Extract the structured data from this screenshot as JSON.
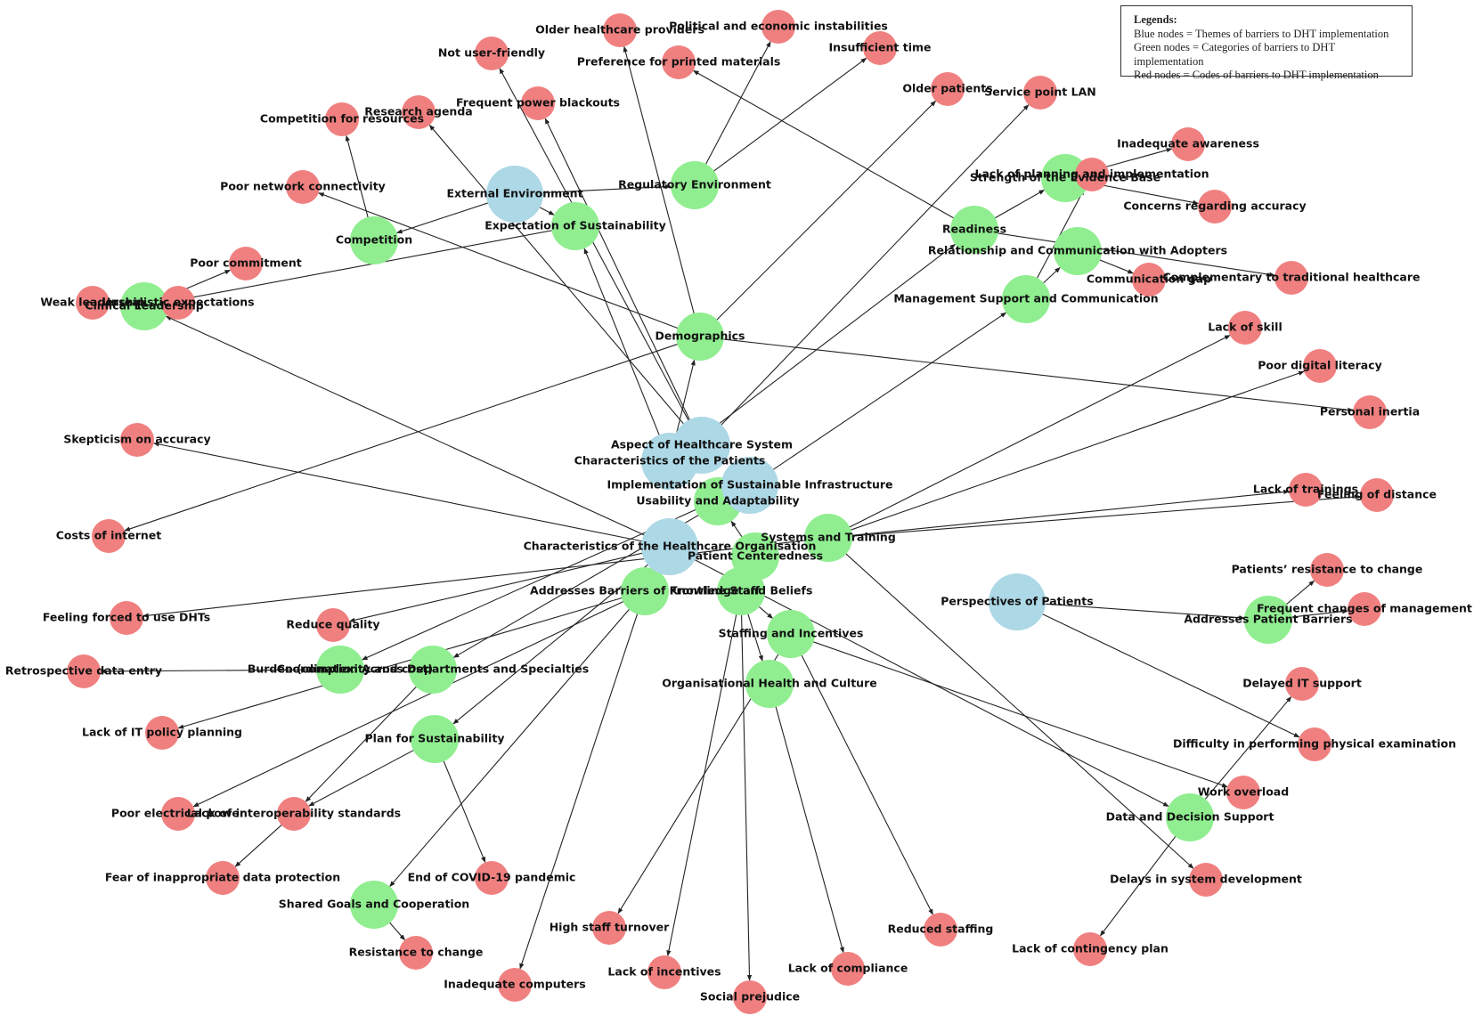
{
  "legend": {
    "title": "Legends:",
    "lines": [
      "Blue nodes = Themes of barriers to DHT implementation",
      "Green nodes = Categories of barriers to DHT implementation",
      "Red nodes = Codes of barriers to DHT implementation"
    ]
  },
  "colors": {
    "theme": "#add8e6",
    "category": "#90ee90",
    "code": "#f08080",
    "edge": "#222222"
  },
  "nodes": [
    {
      "id": "ext_env",
      "label": "External Environment",
      "type": "theme"
    },
    {
      "id": "aspect_hs",
      "label": "Aspect of Healthcare System",
      "type": "theme"
    },
    {
      "id": "char_patients",
      "label": "Characteristics of the Patients",
      "type": "theme"
    },
    {
      "id": "impl_infra",
      "label": "Implementation of Sustainable Infrastructure",
      "type": "theme"
    },
    {
      "id": "char_org",
      "label": "Characteristics of the Healthcare Organisation",
      "type": "theme"
    },
    {
      "id": "persp_patients",
      "label": "Perspectives of Patients",
      "type": "theme"
    },
    {
      "id": "regulatory",
      "label": "Regulatory Environment",
      "type": "category"
    },
    {
      "id": "expect_sust",
      "label": "Expectation of Sustainability",
      "type": "category"
    },
    {
      "id": "competition",
      "label": "Competition",
      "type": "category"
    },
    {
      "id": "clin_lead",
      "label": "Clinical Leadership",
      "type": "category"
    },
    {
      "id": "demographics",
      "label": "Demographics",
      "type": "category"
    },
    {
      "id": "readiness",
      "label": "Readiness",
      "type": "category"
    },
    {
      "id": "strength_ev",
      "label": "Strength of the Evidence Base",
      "type": "category"
    },
    {
      "id": "rel_comm",
      "label": "Relationship and Communication with Adopters",
      "type": "category"
    },
    {
      "id": "mgmt_support",
      "label": "Management Support and Communication",
      "type": "category"
    },
    {
      "id": "usability",
      "label": "Usability and Adaptability",
      "type": "category"
    },
    {
      "id": "systems_training",
      "label": "Systems and Training",
      "type": "category"
    },
    {
      "id": "patient_cent",
      "label": "Patient Centeredness",
      "type": "category"
    },
    {
      "id": "addr_frontline",
      "label": "Addresses Barriers of Frontline Staff",
      "type": "category"
    },
    {
      "id": "knowledge",
      "label": "Knowledge and Beliefs",
      "type": "category"
    },
    {
      "id": "staffing",
      "label": "Staffing and Incentives",
      "type": "category"
    },
    {
      "id": "org_health",
      "label": "Organisational Health and Culture",
      "type": "category"
    },
    {
      "id": "burden",
      "label": "Burden (complexity and cost)",
      "type": "category"
    },
    {
      "id": "coord",
      "label": "Coordination Across Departments and Specialties",
      "type": "category"
    },
    {
      "id": "plan_sust",
      "label": "Plan for Sustainability",
      "type": "category"
    },
    {
      "id": "shared_goals",
      "label": "Shared Goals and Cooperation",
      "type": "category"
    },
    {
      "id": "addr_patient",
      "label": "Addresses Patient Barriers",
      "type": "category"
    },
    {
      "id": "data_decision",
      "label": "Data and Decision Support",
      "type": "category"
    },
    {
      "id": "older_prov",
      "label": "Older healthcare providers",
      "type": "code"
    },
    {
      "id": "political",
      "label": "Political and economic instabilities",
      "type": "code"
    },
    {
      "id": "not_user",
      "label": "Not user-friendly",
      "type": "code"
    },
    {
      "id": "pref_print",
      "label": "Preference for printed materials",
      "type": "code"
    },
    {
      "id": "insuff_time",
      "label": "Insufficient time",
      "type": "code"
    },
    {
      "id": "power_black",
      "label": "Frequent power blackouts",
      "type": "code"
    },
    {
      "id": "research",
      "label": "Research agenda",
      "type": "code"
    },
    {
      "id": "comp_res",
      "label": "Competition for resources",
      "type": "code"
    },
    {
      "id": "older_pat",
      "label": "Older patients",
      "type": "code"
    },
    {
      "id": "service_lan",
      "label": "Service point LAN",
      "type": "code"
    },
    {
      "id": "inadeq_aware",
      "label": "Inadequate awareness",
      "type": "code"
    },
    {
      "id": "lack_planning",
      "label": "Lack of planning and implementation",
      "type": "code"
    },
    {
      "id": "concerns_acc",
      "label": "Concerns regarding accuracy",
      "type": "code"
    },
    {
      "id": "poor_network",
      "label": "Poor network connectivity",
      "type": "code"
    },
    {
      "id": "comm_gap",
      "label": "Communication gap",
      "type": "code"
    },
    {
      "id": "complementary",
      "label": "Complementary to traditional healthcare",
      "type": "code"
    },
    {
      "id": "poor_commit",
      "label": "Poor commitment",
      "type": "code"
    },
    {
      "id": "weak_lead",
      "label": "Weak leadership",
      "type": "code"
    },
    {
      "id": "unrealistic",
      "label": "Unrealistic expectations",
      "type": "code"
    },
    {
      "id": "lack_skill",
      "label": "Lack of skill",
      "type": "code"
    },
    {
      "id": "poor_digital",
      "label": "Poor digital literacy",
      "type": "code"
    },
    {
      "id": "personal_inertia",
      "label": "Personal inertia",
      "type": "code"
    },
    {
      "id": "skepticism",
      "label": "Skepticism on accuracy",
      "type": "code"
    },
    {
      "id": "lack_train",
      "label": "Lack of trainings",
      "type": "code"
    },
    {
      "id": "feel_dist",
      "label": "Feeling of distance",
      "type": "code"
    },
    {
      "id": "costs_net",
      "label": "Costs of internet",
      "type": "code"
    },
    {
      "id": "pat_resist",
      "label": "Patients’ resistance to change",
      "type": "code"
    },
    {
      "id": "freq_mgmt",
      "label": "Frequent changes of management",
      "type": "code"
    },
    {
      "id": "feel_forced",
      "label": "Feeling forced to use DHTs",
      "type": "code"
    },
    {
      "id": "reduce_q",
      "label": "Reduce quality",
      "type": "code"
    },
    {
      "id": "retro",
      "label": "Retrospective data entry",
      "type": "code"
    },
    {
      "id": "delayed_it",
      "label": "Delayed IT support",
      "type": "code"
    },
    {
      "id": "lack_it_policy",
      "label": "Lack of IT policy planning",
      "type": "code"
    },
    {
      "id": "difficulty_exam",
      "label": "Difficulty in performing physical examination",
      "type": "code"
    },
    {
      "id": "work_overload",
      "label": "Work overload",
      "type": "code"
    },
    {
      "id": "poor_elec",
      "label": "Poor electrical power",
      "type": "code"
    },
    {
      "id": "lack_interop",
      "label": "Lack of interoperability standards",
      "type": "code"
    },
    {
      "id": "delays_sys",
      "label": "Delays in system development",
      "type": "code"
    },
    {
      "id": "fear_data",
      "label": "Fear of inappropriate data protection",
      "type": "code"
    },
    {
      "id": "end_covid",
      "label": "End of COVID-19 pandemic",
      "type": "code"
    },
    {
      "id": "resist_change",
      "label": "Resistance to change",
      "type": "code"
    },
    {
      "id": "high_turnover",
      "label": "High staff turnover",
      "type": "code"
    },
    {
      "id": "reduced_staff",
      "label": "Reduced staffing",
      "type": "code"
    },
    {
      "id": "lack_contingency",
      "label": "Lack of contingency plan",
      "type": "code"
    },
    {
      "id": "inadeq_comp",
      "label": "Inadequate computers",
      "type": "code"
    },
    {
      "id": "lack_incent",
      "label": "Lack of incentives",
      "type": "code"
    },
    {
      "id": "lack_compl",
      "label": "Lack of compliance",
      "type": "code"
    },
    {
      "id": "social_prej",
      "label": "Social prejudice",
      "type": "code"
    }
  ],
  "edges": [
    [
      "ext_env",
      "regulatory"
    ],
    [
      "ext_env",
      "expect_sust"
    ],
    [
      "ext_env",
      "competition"
    ],
    [
      "regulatory",
      "political"
    ],
    [
      "regulatory",
      "insuff_time"
    ],
    [
      "expect_sust",
      "clin_lead"
    ],
    [
      "competition",
      "comp_res"
    ],
    [
      "clin_lead",
      "poor_commit"
    ],
    [
      "clin_lead",
      "unrealistic"
    ],
    [
      "demographics",
      "older_prov"
    ],
    [
      "demographics",
      "older_pat"
    ],
    [
      "demographics",
      "poor_network"
    ],
    [
      "demographics",
      "personal_inertia"
    ],
    [
      "demographics",
      "costs_net"
    ],
    [
      "readiness",
      "pref_print"
    ],
    [
      "readiness",
      "strength_ev"
    ],
    [
      "readiness",
      "complementary"
    ],
    [
      "strength_ev",
      "inadeq_aware"
    ],
    [
      "strength_ev",
      "concerns_acc"
    ],
    [
      "rel_comm",
      "comm_gap"
    ],
    [
      "mgmt_support",
      "rel_comm"
    ],
    [
      "mgmt_support",
      "lack_planning"
    ],
    [
      "aspect_hs",
      "not_user"
    ],
    [
      "aspect_hs",
      "power_black"
    ],
    [
      "aspect_hs",
      "research"
    ],
    [
      "aspect_hs",
      "service_lan"
    ],
    [
      "char_patients",
      "demographics"
    ],
    [
      "char_patients",
      "expect_sust"
    ],
    [
      "char_patients",
      "readiness"
    ],
    [
      "impl_infra",
      "mgmt_support"
    ],
    [
      "impl_infra",
      "burden"
    ],
    [
      "impl_infra",
      "coord"
    ],
    [
      "char_org",
      "clin_lead"
    ],
    [
      "char_org",
      "skepticism"
    ],
    [
      "char_org",
      "reduce_q"
    ],
    [
      "char_org",
      "data_decision"
    ],
    [
      "char_org",
      "plan_sust"
    ],
    [
      "systems_training",
      "lack_skill"
    ],
    [
      "systems_training",
      "poor_digital"
    ],
    [
      "systems_training",
      "lack_train"
    ],
    [
      "systems_training",
      "feel_dist"
    ],
    [
      "systems_training",
      "feel_forced"
    ],
    [
      "systems_training",
      "delays_sys"
    ],
    [
      "addr_frontline",
      "lack_it_policy"
    ],
    [
      "addr_frontline",
      "poor_elec"
    ],
    [
      "addr_frontline",
      "shared_goals"
    ],
    [
      "addr_frontline",
      "inadeq_comp"
    ],
    [
      "knowledge",
      "staffing"
    ],
    [
      "knowledge",
      "org_health"
    ],
    [
      "knowledge",
      "social_prej"
    ],
    [
      "knowledge",
      "lack_incent"
    ],
    [
      "staffing",
      "high_turnover"
    ],
    [
      "staffing",
      "reduced_staff"
    ],
    [
      "staffing",
      "work_overload"
    ],
    [
      "org_health",
      "lack_compl"
    ],
    [
      "burden",
      "retro"
    ],
    [
      "coord",
      "lack_interop"
    ],
    [
      "plan_sust",
      "lack_interop"
    ],
    [
      "plan_sust",
      "end_covid"
    ],
    [
      "lack_interop",
      "fear_data"
    ],
    [
      "shared_goals",
      "resist_change"
    ],
    [
      "persp_patients",
      "addr_patient"
    ],
    [
      "persp_patients",
      "difficulty_exam"
    ],
    [
      "addr_patient",
      "pat_resist"
    ],
    [
      "addr_patient",
      "freq_mgmt"
    ],
    [
      "data_decision",
      "delayed_it"
    ],
    [
      "data_decision",
      "lack_contingency"
    ],
    [
      "patient_cent",
      "usability"
    ]
  ]
}
